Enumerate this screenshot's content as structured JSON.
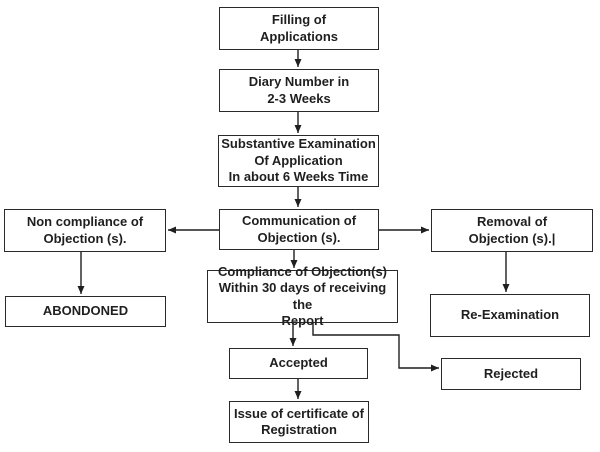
{
  "diagram": {
    "description": "Flowchart of application registration process",
    "nodes": {
      "filling": {
        "text": "Filling of\nApplications"
      },
      "diary": {
        "text": "Diary Number in\n2-3 Weeks"
      },
      "substantive": {
        "text": "Substantive Examination\nOf Application\nIn about 6 Weeks Time"
      },
      "communication": {
        "text": "Communication of\nObjection (s)."
      },
      "noncompliance": {
        "text": "Non compliance of\nObjection (s)."
      },
      "abondoned": {
        "text": "ABONDONED"
      },
      "removal": {
        "text": "Removal of\nObjection (s).|"
      },
      "reexam": {
        "text": "Re-Examination"
      },
      "compliance": {
        "text": "Compliance of Objection(s)\nWithin 30 days of receiving the\nReport"
      },
      "accepted": {
        "text": "Accepted"
      },
      "rejected": {
        "text": "Rejected"
      },
      "issue": {
        "text": "Issue of certificate of\nRegistration"
      }
    },
    "edges": [
      {
        "from": "filling",
        "to": "diary"
      },
      {
        "from": "diary",
        "to": "substantive"
      },
      {
        "from": "substantive",
        "to": "communication"
      },
      {
        "from": "communication",
        "to": "noncompliance"
      },
      {
        "from": "communication",
        "to": "removal"
      },
      {
        "from": "communication",
        "to": "compliance"
      },
      {
        "from": "noncompliance",
        "to": "abondoned"
      },
      {
        "from": "removal",
        "to": "reexam"
      },
      {
        "from": "compliance",
        "to": "accepted"
      },
      {
        "from": "compliance",
        "to": "rejected"
      },
      {
        "from": "accepted",
        "to": "issue"
      }
    ],
    "colors": {
      "background": "#ffffff",
      "box_border": "#2a2a2a",
      "line": "#1f1f1f",
      "text": "#1f1f1f"
    }
  }
}
